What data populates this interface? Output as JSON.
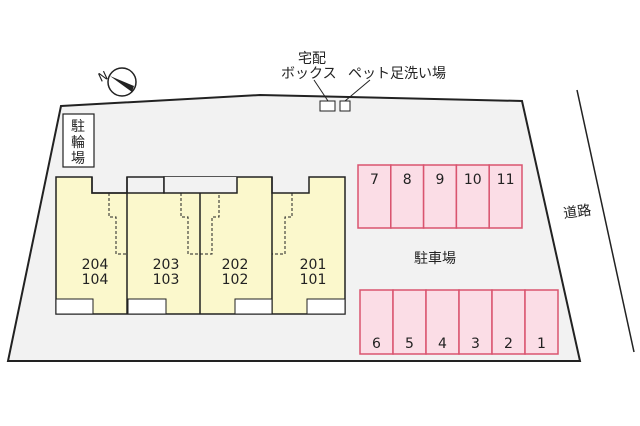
{
  "labels": {
    "bicycle_parking": [
      "駐",
      "輪",
      "場"
    ],
    "delivery_box_line1": "宅配",
    "delivery_box_line2": "ボックス",
    "pet_foot_wash": "ペット足洗い場",
    "parking": "駐車場",
    "road": "道路"
  },
  "units": [
    {
      "upper": "204",
      "lower": "104"
    },
    {
      "upper": "203",
      "lower": "103"
    },
    {
      "upper": "202",
      "lower": "102"
    },
    {
      "upper": "201",
      "lower": "101"
    }
  ],
  "parking_top": [
    "7",
    "8",
    "9",
    "10",
    "11"
  ],
  "parking_bottom": [
    "6",
    "5",
    "4",
    "3",
    "2",
    "1"
  ],
  "compass": {
    "label": "N",
    "icon": "north-arrow-icon"
  },
  "colors": {
    "lot": "#f2f2f2",
    "building": "#fbf8cc",
    "parking_fill": "#fbdde6",
    "parking_stroke": "#d9546f"
  }
}
